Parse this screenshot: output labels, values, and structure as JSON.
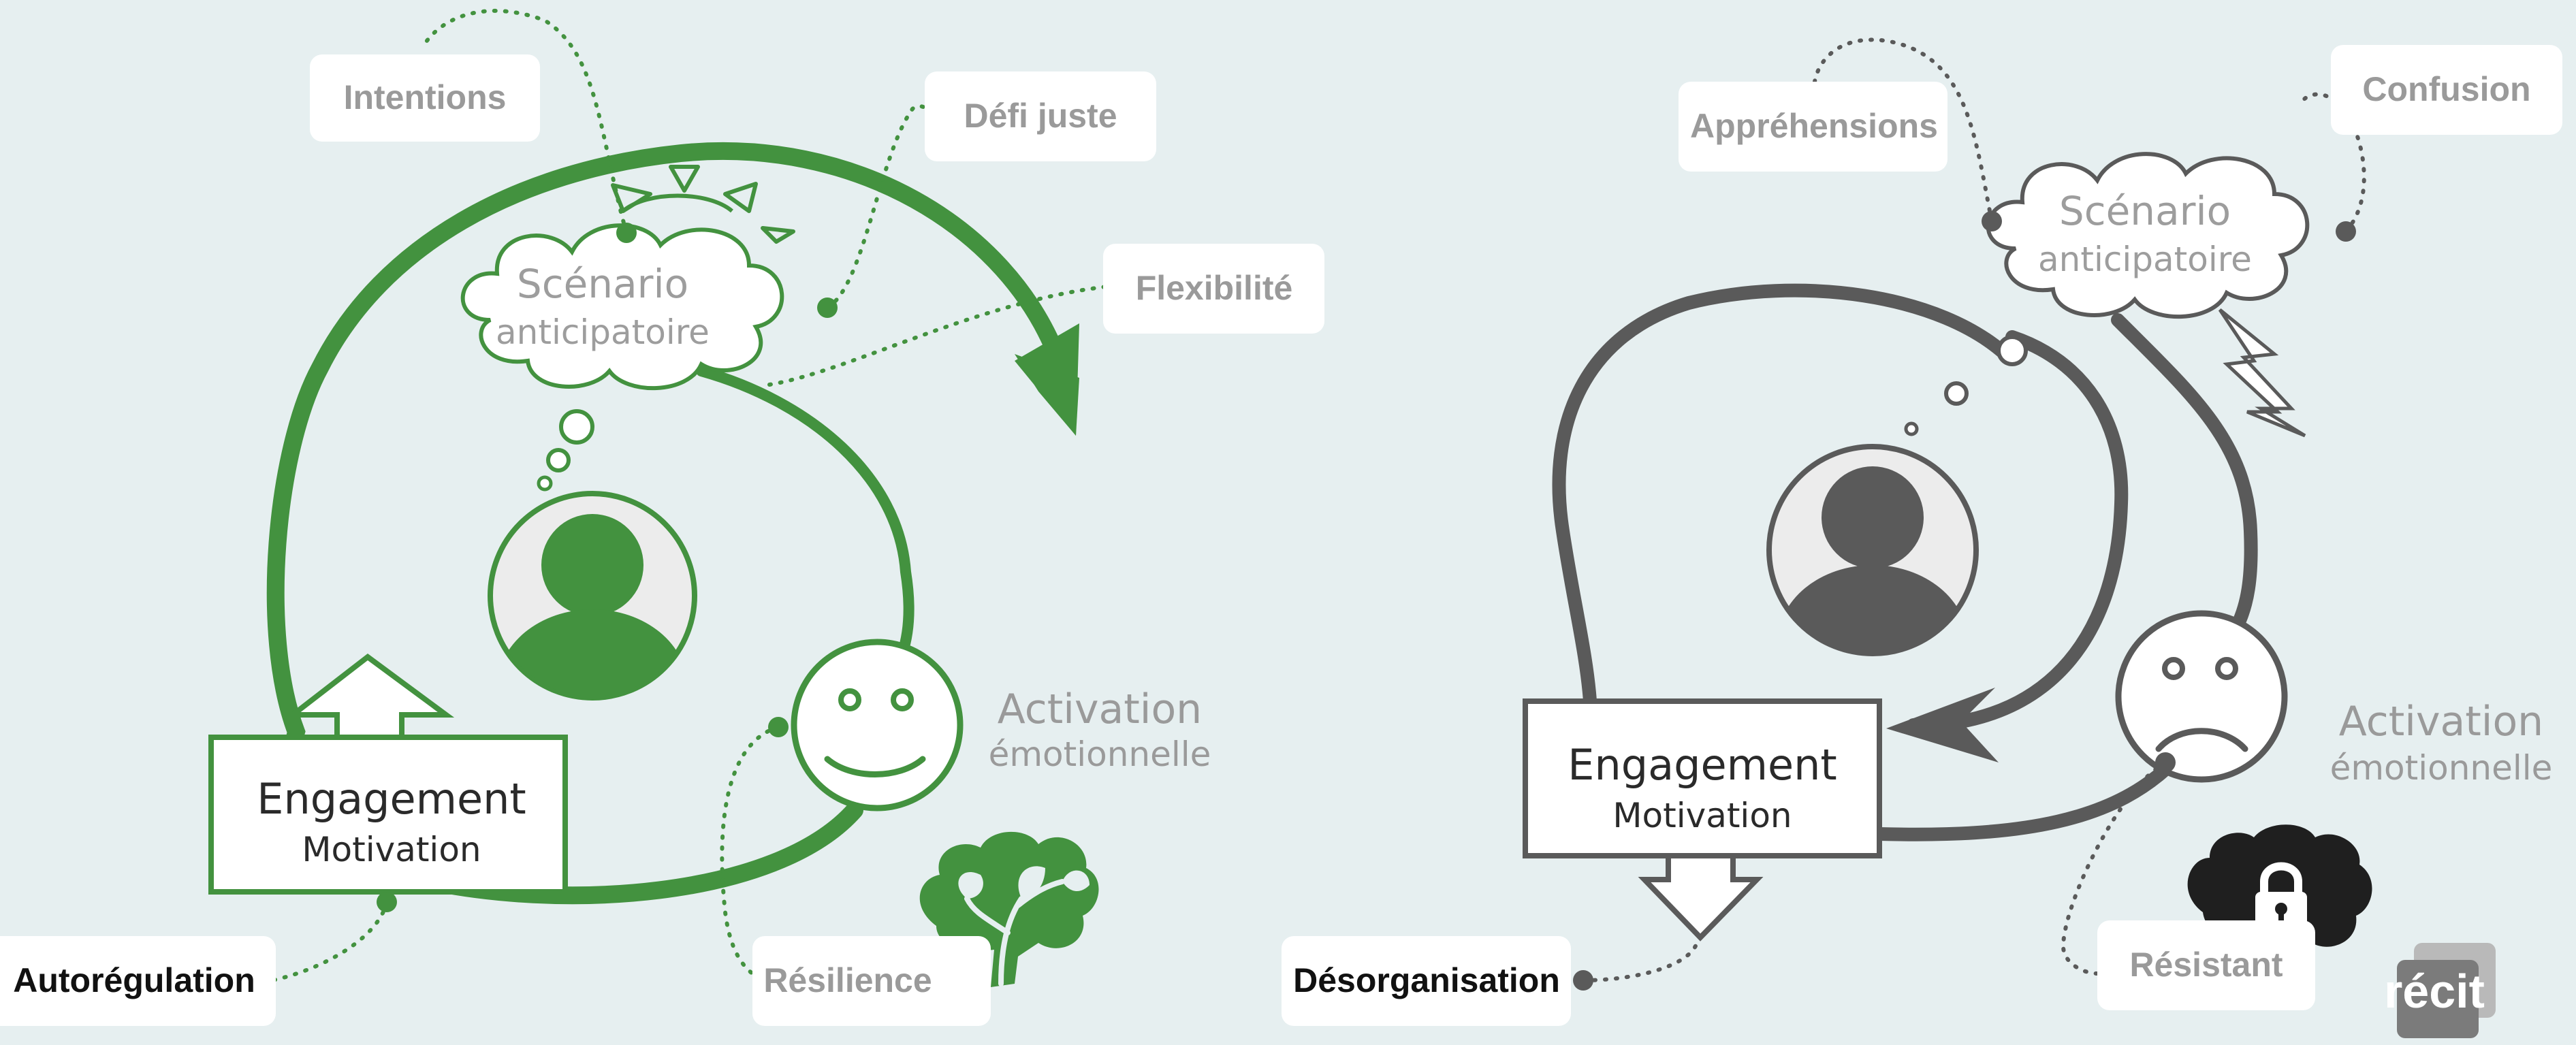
{
  "colors": {
    "background": "#e6eff0",
    "positive_green": "#43923f",
    "negative_gray": "#5a5a5a",
    "label_gray": "#9a9a9a",
    "label_dark": "#111111"
  },
  "left_panel": {
    "cloud_line1": "Scénario",
    "cloud_line2": "anticipatoire",
    "tags": {
      "intentions": "Intentions",
      "defi_juste": "Défi juste",
      "flexibilite": "Flexibilité",
      "resilience": "Résilience",
      "autoregulation": "Autorégulation"
    },
    "engagement": "Engagement",
    "motivation": "Motivation",
    "activation_line1": "Activation",
    "activation_line2": "émotionnelle",
    "icons": [
      "person-icon",
      "happy-face-icon",
      "brain-plant-icon",
      "sun-rays-icon",
      "up-arrow-icon"
    ]
  },
  "right_panel": {
    "cloud_line1": "Scénario",
    "cloud_line2": "anticipatoire",
    "tags": {
      "apprehensions": "Appréhensions",
      "confusion": "Confusion",
      "resistant": "Résistant",
      "desorganisation": "Désorganisation"
    },
    "engagement": "Engagement",
    "motivation": "Motivation",
    "activation_line1": "Activation",
    "activation_line2": "émotionnelle",
    "icons": [
      "person-icon",
      "sad-face-icon",
      "brain-lock-icon",
      "lightning-icon",
      "down-arrow-icon"
    ]
  },
  "logo": {
    "text": "récit"
  }
}
